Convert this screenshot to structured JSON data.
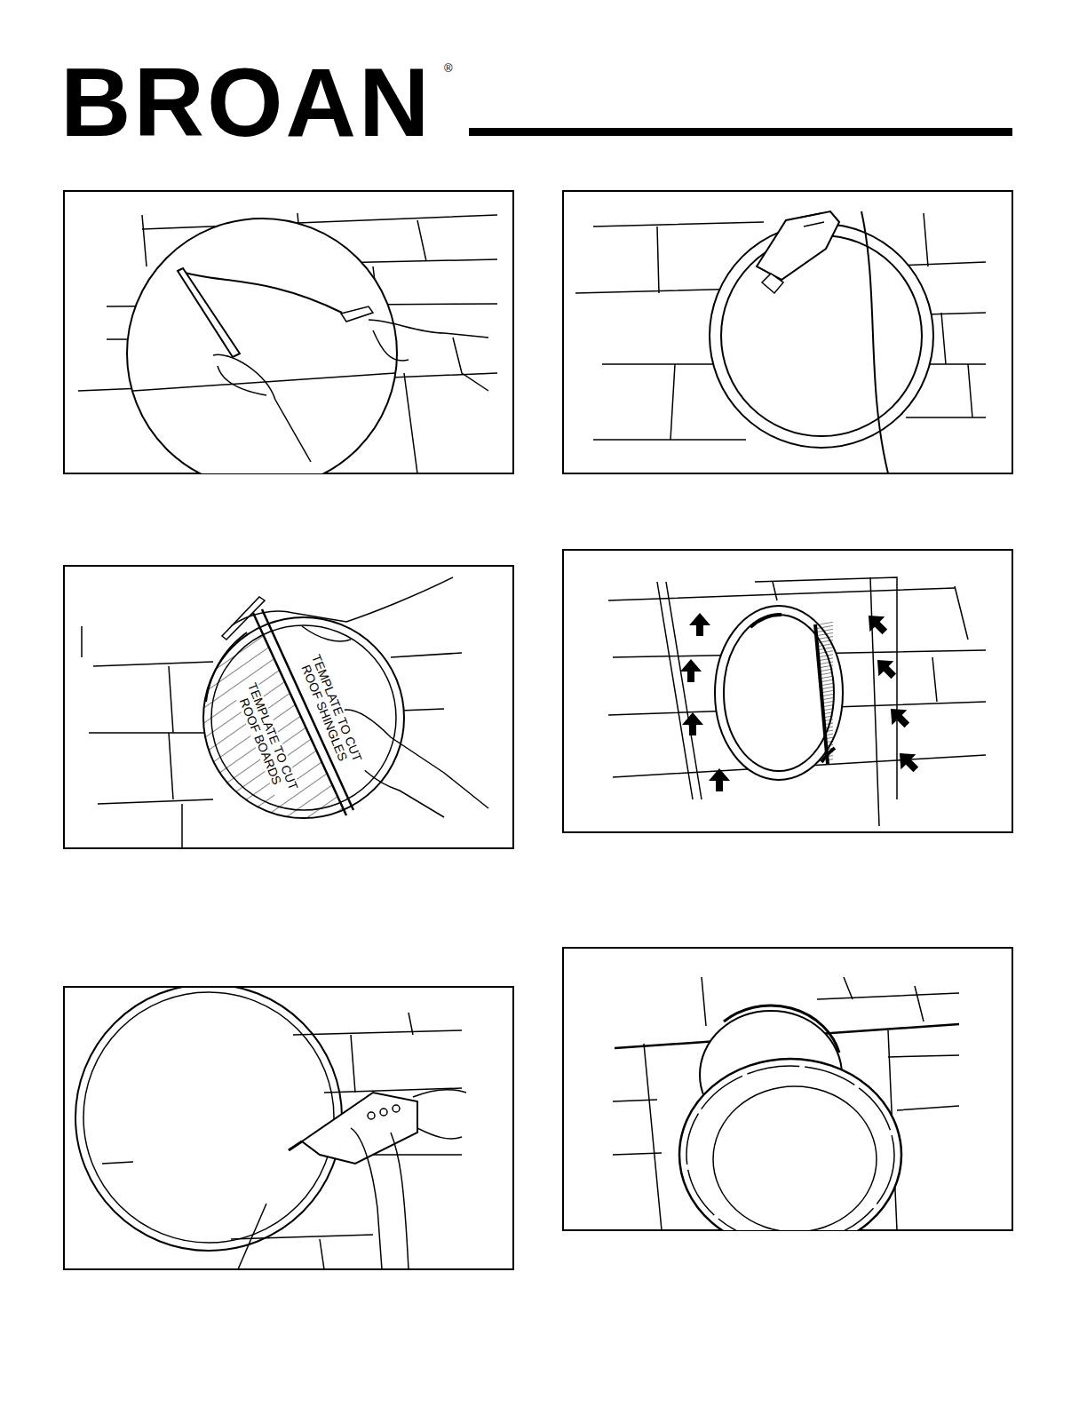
{
  "diagram": {
    "title": "BROAN",
    "labels": [
      "®",
      "TEMPLATE TO CUT ROOF SHINGLES",
      "TEMPLATE TO CUT ROOF BOARDS"
    ]
  }
}
